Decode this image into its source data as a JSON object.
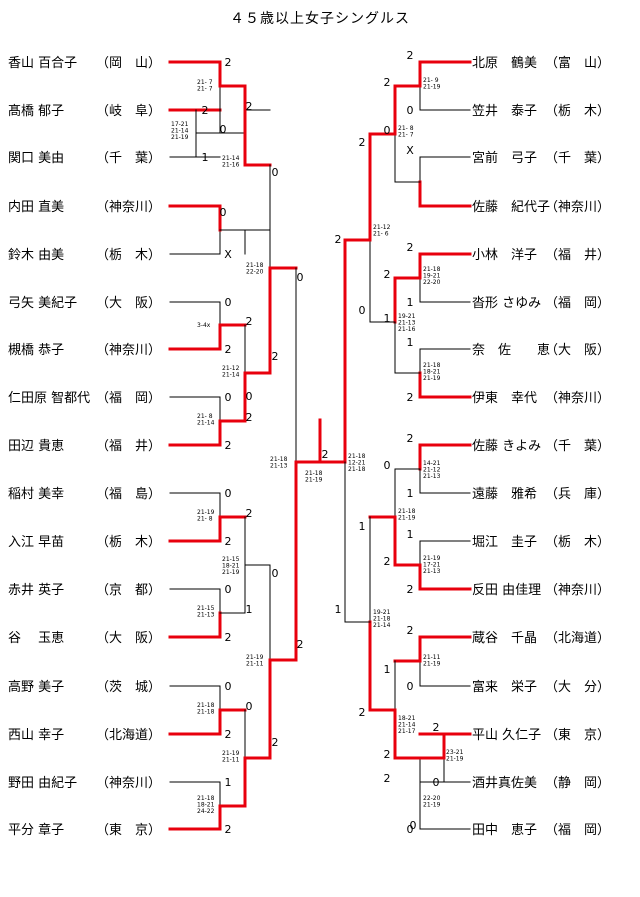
{
  "title": "４５歳以上女子シングルス",
  "colors": {
    "winner_line": "#e8000d",
    "line": "#000000"
  },
  "left_players": [
    {
      "name": "香山 百合子",
      "pref": "（岡　山）",
      "result": "2"
    },
    {
      "name": "髙橋 郁子",
      "pref": "（岐　阜）",
      "result": "2"
    },
    {
      "name": "関口 美由",
      "pref": "（千　葉）",
      "result": "1"
    },
    {
      "name": "内田 直美",
      "pref": "（神奈川）",
      "result": ""
    },
    {
      "name": "鈴木 由美",
      "pref": "（栃　木）",
      "result": "X"
    },
    {
      "name": "弓矢 美紀子",
      "pref": "（大　阪）",
      "result": "0"
    },
    {
      "name": "槻橋 恭子",
      "pref": "（神奈川）",
      "result": "2"
    },
    {
      "name": "仁田原 智都代",
      "pref": "（福　岡）",
      "result": "0"
    },
    {
      "name": "田辺 貴恵",
      "pref": "（福　井）",
      "result": "2"
    },
    {
      "name": "稲村 美幸",
      "pref": "（福　島）",
      "result": "0"
    },
    {
      "name": "入江 早苗",
      "pref": "（栃　木）",
      "result": "2"
    },
    {
      "name": "赤井 英子",
      "pref": "（京　都）",
      "result": "0"
    },
    {
      "name": "谷　 玉恵",
      "pref": "（大　阪）",
      "result": "2"
    },
    {
      "name": "高野 美子",
      "pref": "（茨　城）",
      "result": "0"
    },
    {
      "name": "西山 幸子",
      "pref": "（北海道）",
      "result": "2"
    },
    {
      "name": "野田 由紀子",
      "pref": "（神奈川）",
      "result": "1"
    },
    {
      "name": "平分 章子",
      "pref": "（東　京）",
      "result": "2"
    }
  ],
  "right_players": [
    {
      "name": "北原　鶴美",
      "pref": "（富　山）",
      "result": "2"
    },
    {
      "name": "笠井　泰子",
      "pref": "（栃　木）",
      "result": "0"
    },
    {
      "name": "宮前　弓子",
      "pref": "（千　葉）",
      "result": "X"
    },
    {
      "name": "佐藤　紀代子",
      "pref": "（神奈川）",
      "result": ""
    },
    {
      "name": "小林　洋子",
      "pref": "（福　井）",
      "result": "2"
    },
    {
      "name": "沓形 さゆみ",
      "pref": "（福　岡）",
      "result": "1"
    },
    {
      "name": "奈　佐　　恵",
      "pref": "（大　阪）",
      "result": "1"
    },
    {
      "name": "伊東　幸代",
      "pref": "（神奈川）",
      "result": "2"
    },
    {
      "name": "佐藤 きよみ",
      "pref": "（千　葉）",
      "result": "2"
    },
    {
      "name": "遠藤　雅希",
      "pref": "（兵　庫）",
      "result": "1"
    },
    {
      "name": "堀江　圭子",
      "pref": "（栃　木）",
      "result": "1"
    },
    {
      "name": "反田 由佳理",
      "pref": "（神奈川）",
      "result": "2"
    },
    {
      "name": "蔵谷　千晶",
      "pref": "（北海道）",
      "result": "2"
    },
    {
      "name": "富来　栄子",
      "pref": "（大　分）",
      "result": "0"
    },
    {
      "name": "平山 久仁子",
      "pref": "（東　京）",
      "result": "2"
    },
    {
      "name": "酒井真佐美",
      "pref": "（静　岡）",
      "result": "0"
    },
    {
      "name": "田中　恵子",
      "pref": "（福　岡）",
      "result": "0"
    }
  ],
  "scores": {
    "l_r0": [
      "17-21",
      "21-14",
      "21-19"
    ],
    "l_a": [
      "21- 7",
      "21- 7"
    ],
    "l_b": [
      "21-14",
      "21-16"
    ],
    "l_c": [
      "3-4x"
    ],
    "l_d": [
      "21- 8",
      "21-14"
    ],
    "l_e": [
      "21-12",
      "21-14"
    ],
    "l_f": [
      "21-18",
      "22-20"
    ],
    "l_g": [
      "21-19",
      "21- 8"
    ],
    "l_h": [
      "21-15",
      "21-13"
    ],
    "l_i": [
      "21-15",
      "18-21",
      "21-19"
    ],
    "l_j": [
      "21-18",
      "21-18"
    ],
    "l_k": [
      "21-18",
      "18-21",
      "24-22"
    ],
    "l_l": [
      "21-19",
      "21-11"
    ],
    "l_m": [
      "21-19",
      "21-11"
    ],
    "l_n": [
      "21-18",
      "21-13"
    ],
    "final": [
      "21-18",
      "21-19"
    ],
    "r_semi": [
      "21-18",
      "12-21",
      "21-18"
    ],
    "r_a": [
      "21- 9",
      "21-19"
    ],
    "r_b": [
      "21- 8",
      "21- 7"
    ],
    "r_c": [
      "21-18",
      "19-21",
      "22-20"
    ],
    "r_d": [
      "19-21",
      "21-13",
      "21-16"
    ],
    "r_e": [
      "21-18",
      "18-21",
      "21-19"
    ],
    "r_f": [
      "21-12",
      "21- 6"
    ],
    "r_g": [
      "14-21",
      "21-12",
      "21-13"
    ],
    "r_h": [
      "21-19",
      "17-21",
      "21-13"
    ],
    "r_i": [
      "21-18",
      "21-19"
    ],
    "r_j": [
      "19-21",
      "21-18",
      "21-14"
    ],
    "r_k": [
      "21-11",
      "21-19"
    ],
    "r_l": [
      "23-21",
      "21-19"
    ],
    "r_m": [
      "22-20",
      "21-19"
    ],
    "r_n": [
      "18-21",
      "21-14",
      "21-17"
    ]
  },
  "results": {
    "l_r2_1": "2",
    "l_r2_2": "0",
    "l_r2_3": "0",
    "l_r2_4": "2",
    "l_r2_5": "0",
    "l_r2_6": "2",
    "l_r2_7": "2",
    "l_r2_8": "1",
    "l_r2_9": "0",
    "l_r3_1": "0",
    "l_r3_2": "2",
    "l_r3_3": "0",
    "l_r3_4": "2",
    "l_r4_1": "0",
    "l_r4_2": "2",
    "final_l": "2",
    "r_r2_1": "2",
    "r_r2_2": "0",
    "r_r2_3": "2",
    "r_r2_4": "1",
    "r_r2_5": "0",
    "r_r2_6": "2",
    "r_r2_7": "1",
    "r_r2_8": "2",
    "r_r2_9": "2",
    "r_r2_10": "0",
    "r_r3_1": "2",
    "r_r3_2": "0",
    "r_r3_3": "1",
    "r_r3_4": "2",
    "r_r4_1": "2",
    "r_r4_2": "1"
  }
}
